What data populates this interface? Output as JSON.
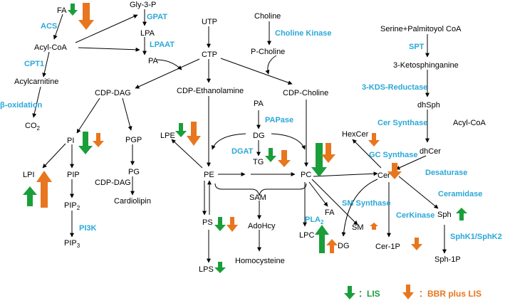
{
  "colors": {
    "lis": "#1a9e3a",
    "bbr": "#e8761e",
    "enzyme": "#2aa8d8",
    "edge": "#000000"
  },
  "metabolites": {
    "fa": "FA",
    "gly3p": "Gly-3-P",
    "utp": "UTP",
    "choline": "Choline",
    "serine_pcoa": "Serine+Palmitoyol CoA",
    "acylcoa": "Acyl-CoA",
    "lpa": "LPA",
    "ctp": "CTP",
    "pcholine": "P-Choline",
    "pa_top": "PA",
    "acylcarnitine": "Acylcarnitine",
    "ketosph": "3-Ketosphinganine",
    "cdpdag": "CDP-DAG",
    "cdpetn": "CDP-Ethanolamine",
    "cdpcho": "CDP-Choline",
    "co2": "CO",
    "co2_sub": "2",
    "pa_mid": "PA",
    "dhsph": "dhSph",
    "acylcoa2": "Acyl-CoA",
    "dg": "DG",
    "pi": "PI",
    "pgp": "PGP",
    "lpe": "LPE",
    "hexcer": "HexCer",
    "dhcer": "dhCer",
    "tg": "TG",
    "pg": "PG",
    "lpi": "LPI",
    "pip": "PIP",
    "pe": "PE",
    "pc": "PC",
    "cer": "Cer",
    "cdpdag2": "CDP-DAG",
    "sam": "SAM",
    "cardiolipin": "Cardiolipin",
    "fa2": "FA",
    "pip2": "PIP",
    "pip2_sub": "2",
    "sph": "Sph",
    "ps": "PS",
    "sm": "SM",
    "adohcy": "AdoHcy",
    "lpc": "LPC",
    "dg2": "DG",
    "cer1p": "Cer-1P",
    "pip3": "PIP",
    "pip3_sub": "3",
    "sph1p": "Sph-1P",
    "homocysteine": "Homocysteine",
    "lps": "LPS"
  },
  "enzymes": {
    "acs": "ACS",
    "gpat": "GPAT",
    "lpaat": "LPAAT",
    "choline_kinase": "Choline Kinase",
    "spt": "SPT",
    "cpt1": "CPT1",
    "kds_reductase": "3-KDS-Reductase",
    "beta_oxidation": "β-oxidation",
    "papase": "PAPase",
    "cer_synthase": "Cer Synthase",
    "dgat": "DGAT",
    "gc_synthase": "GC Synthase",
    "desaturase": "Desaturase",
    "sm_synthase": "SM Synthase",
    "ceramidase": "Ceramidase",
    "cerkinase": "CerKinase",
    "pi3k": "PI3K",
    "pla2": "PLA",
    "pla2_sub": "2",
    "sphk": "SphK1/SphK2"
  },
  "indicators": [
    {
      "at": "FA",
      "lis": "down",
      "bbr": "down"
    },
    {
      "at": "PI",
      "lis": "down",
      "bbr": "down"
    },
    {
      "at": "LPI",
      "lis": "up",
      "bbr": "up"
    },
    {
      "at": "LPE",
      "lis": "down",
      "bbr": "down"
    },
    {
      "at": "TG",
      "lis": "down",
      "bbr": "down"
    },
    {
      "at": "PC",
      "lis": "down",
      "bbr": "down"
    },
    {
      "at": "HexCer",
      "bbr": "down"
    },
    {
      "at": "Cer",
      "bbr": "down"
    },
    {
      "at": "Sph",
      "lis": "up"
    },
    {
      "at": "PS",
      "lis": "down",
      "bbr": "down"
    },
    {
      "at": "SM",
      "bbr": "up"
    },
    {
      "at": "LPC",
      "lis": "up",
      "bbr": "up"
    },
    {
      "at": "Cer-1P",
      "bbr": "down"
    },
    {
      "at": "LPS",
      "lis": "down"
    }
  ],
  "legend": {
    "lis": "：LIS",
    "bbr": "：BBR plus LIS"
  }
}
